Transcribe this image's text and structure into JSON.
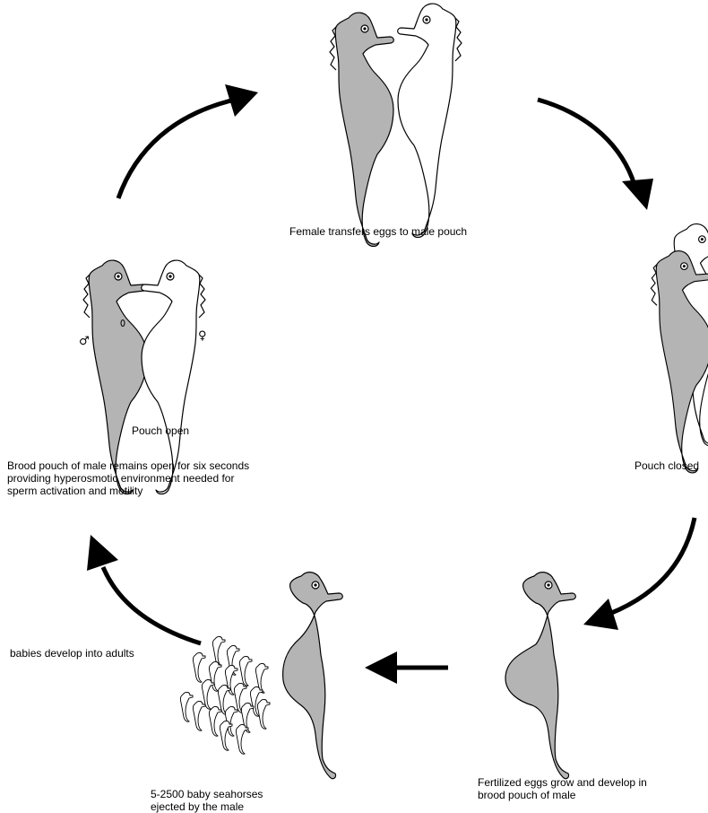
{
  "labels": {
    "stage_transfer": "Female transfers eggs to male pouch",
    "pouch_open": "Pouch open",
    "pouch_open_desc_line1": "Brood pouch of male remains open for six seconds",
    "pouch_open_desc_line2": "providing hyperosmotic environment needed for",
    "pouch_open_desc_line3": "sperm activation and motility",
    "pouch_closed": "Pouch closed",
    "fertilized_line1": "Fertilized eggs grow and develop in",
    "fertilized_line2": "brood pouch of male",
    "ejected_line1": "5-2500 baby seahorses",
    "ejected_line2": "ejected by the male",
    "babies_develop": "babies develop into adults",
    "male_symbol": "♂",
    "female_symbol": "♀"
  },
  "colors": {
    "male_fill": "#b4b4b4",
    "female_fill": "#ffffff",
    "outline": "#000000",
    "arrow": "#000000"
  }
}
